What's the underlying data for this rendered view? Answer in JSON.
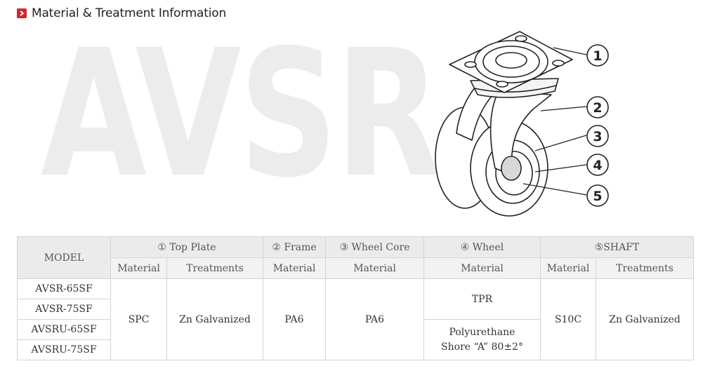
{
  "section": {
    "title": "Material & Treatment Information"
  },
  "watermark": "AVSR",
  "callouts": [
    "1",
    "2",
    "3",
    "4",
    "5"
  ],
  "table": {
    "model_header": "MODEL",
    "groups": [
      "① Top Plate",
      "② Frame",
      "③ Wheel Core",
      "④ Wheel",
      "⑤SHAFT"
    ],
    "sub": [
      "Material",
      "Treatments",
      "Material",
      "Material",
      "Material",
      "Material",
      "Treatments"
    ],
    "models": [
      "AVSR-65SF",
      "AVSR-75SF",
      "AVSRU-65SF",
      "AVSRU-75SF"
    ],
    "top_plate_material": "SPC",
    "top_plate_treatment": "Zn Galvanized",
    "frame_material": "PA6",
    "wheel_core_material": "PA6",
    "wheel_material_1": "TPR",
    "wheel_material_2_line1": "Polyurethane",
    "wheel_material_2_line2": "Shore “A” 80±2°",
    "shaft_material": "S10C",
    "shaft_treatment": "Zn Galvanized"
  },
  "colors": {
    "accent": "#d9232d",
    "header_bg": "#ebebeb",
    "border": "#d4d4d4",
    "watermark": "#ececec"
  }
}
